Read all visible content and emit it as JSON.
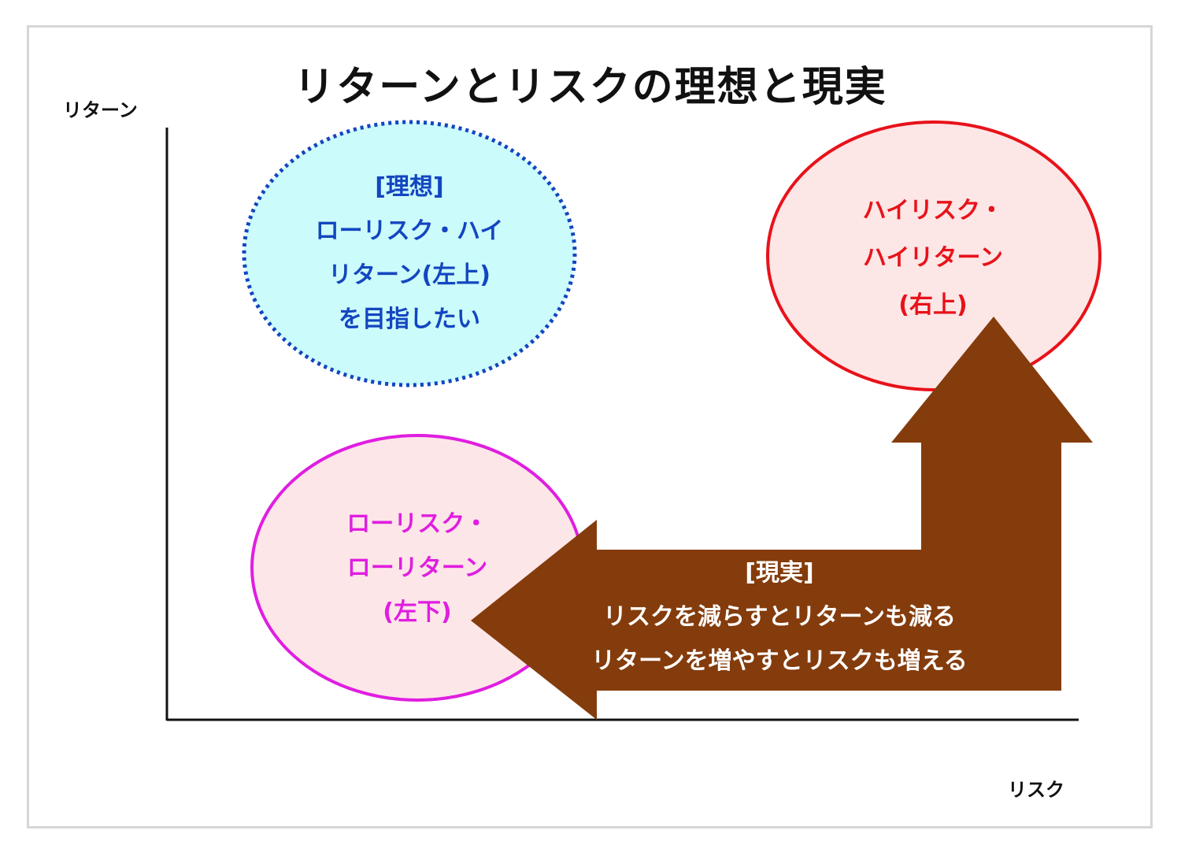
{
  "title": "リターンとリスクの理想と現実",
  "axes": {
    "y_label": "リターン",
    "x_label": "リスク"
  },
  "ideal": {
    "tag": "[理想]",
    "lines": [
      "ローリスク・ハイ",
      "リターン(左上)",
      "を目指したい"
    ]
  },
  "high_risk_high_return": {
    "lines": [
      "ハイリスク・",
      "ハイリターン",
      "(右上)"
    ]
  },
  "low_risk_low_return": {
    "lines": [
      "ローリスク・",
      "ローリターン",
      "(左下)"
    ]
  },
  "reality": {
    "tag": "[現実]",
    "lines": [
      "リスクを減らすとリターンも減る",
      "リターンを増やすとリスクも増える"
    ]
  },
  "colors": {
    "ideal_text": "#1346c0",
    "ideal_fill": "#ccfbfb",
    "high_text": "#e8121a",
    "high_fill": "#fde6e6",
    "low_text": "#e01ee0",
    "low_fill": "#fde6e8",
    "arrow_fill": "#843c0c"
  }
}
